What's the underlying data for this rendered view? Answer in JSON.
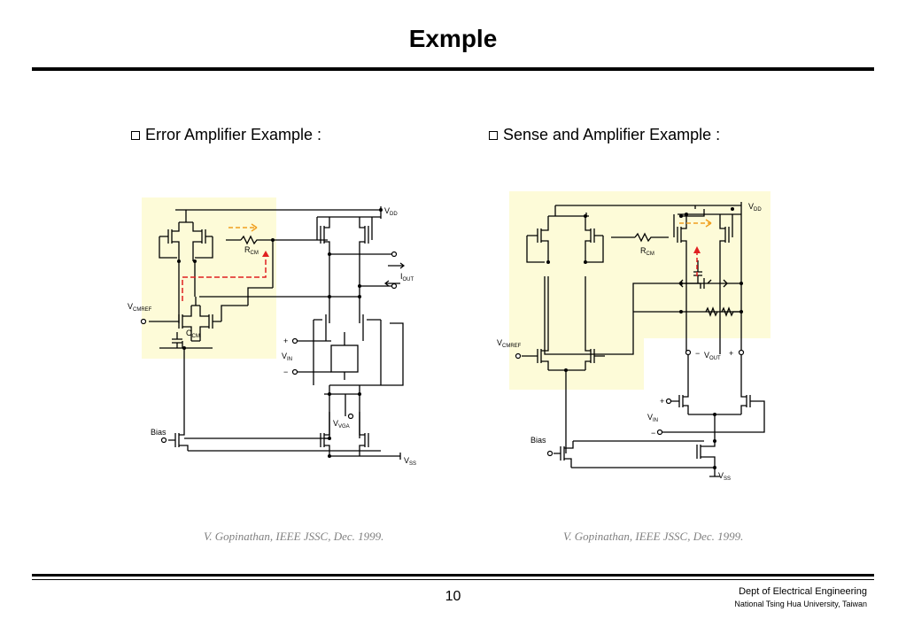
{
  "title": "Exmple",
  "left": {
    "heading": "Error Amplifier Example :",
    "citation": "V. Gopinathan, IEEE JSSC, Dec. 1999.",
    "labels": {
      "vdd": "V",
      "vdd_sub": "DD",
      "rcm": "R",
      "rcm_sub": "CM",
      "iout": "I",
      "iout_sub": "OUT",
      "vcmref": "V",
      "vcmref_sub": "CMREF",
      "ccm": "C",
      "ccm_sub": "CM",
      "plus": "+",
      "vin": "V",
      "vin_sub": "IN",
      "minus": "−",
      "vvga": "V",
      "vvga_sub": "VGA",
      "bias": "Bias",
      "vss": "V",
      "vss_sub": "SS"
    }
  },
  "right": {
    "heading": "Sense and Amplifier Example :",
    "citation": "V. Gopinathan, IEEE JSSC, Dec. 1999.",
    "labels": {
      "vdd": "V",
      "vdd_sub": "DD",
      "rcm": "R",
      "rcm_sub": "CM",
      "vcmref": "V",
      "vcmref_sub": "CMREF",
      "vout_minus": "−",
      "vout": "V",
      "vout_sub": "OUT",
      "vout_plus": "+",
      "plus": "+",
      "vin": "V",
      "vin_sub": "IN",
      "minus": "−",
      "bias": "Bias",
      "vss": "V",
      "vss_sub": "SS"
    }
  },
  "footer": {
    "page_number": "10",
    "dept_line1": "Dept of Electrical Engineering",
    "dept_line2": "National Tsing Hua University, Taiwan"
  },
  "colors": {
    "highlight": "#fdfbd8",
    "orange_arrow": "#f0a020",
    "red_arrow": "#e02020"
  }
}
